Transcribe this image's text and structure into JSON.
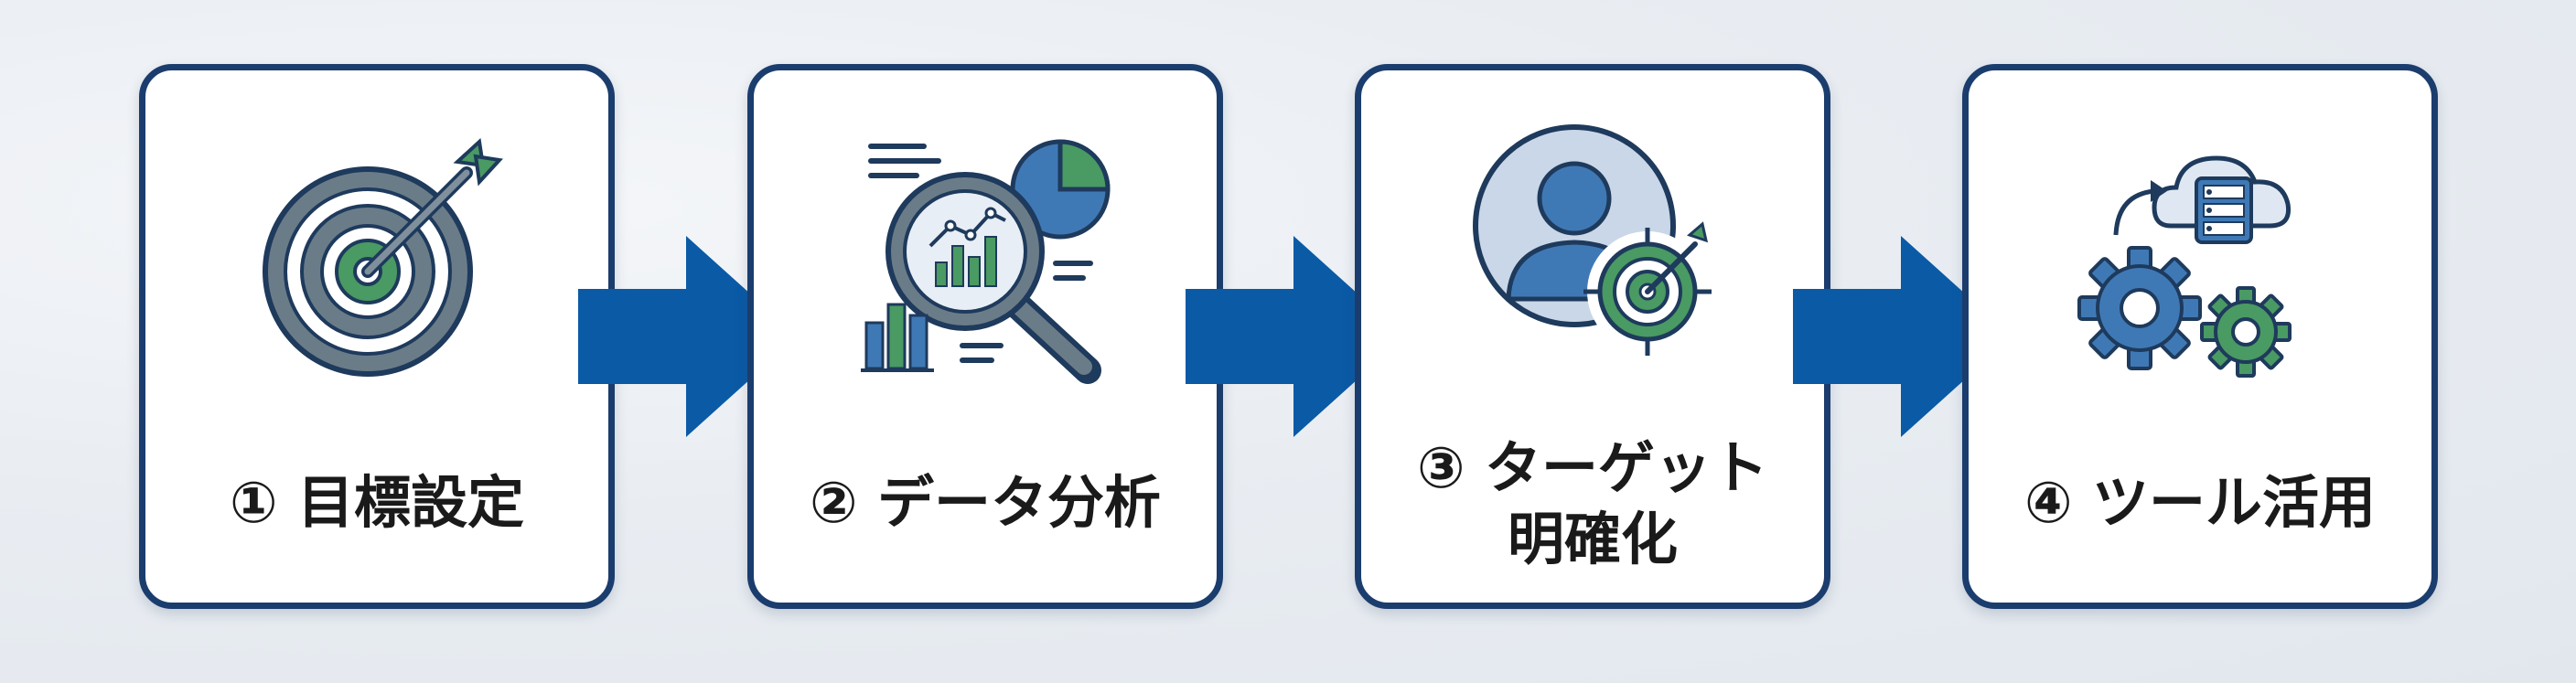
{
  "steps": [
    {
      "label": "① 目標設定",
      "icon": "target-icon"
    },
    {
      "label": "② データ分析",
      "icon": "data-analysis-icon"
    },
    {
      "label": "③ ターゲット\n明確化",
      "icon": "target-persona-icon"
    },
    {
      "label": "④ ツール活用",
      "icon": "tools-cloud-icon"
    }
  ],
  "colors": {
    "border": "#1b3d6e",
    "arrow": "#0a5aa6",
    "blue": "#3f79b5",
    "green": "#4a9a63",
    "gray": "#6b7c89"
  }
}
